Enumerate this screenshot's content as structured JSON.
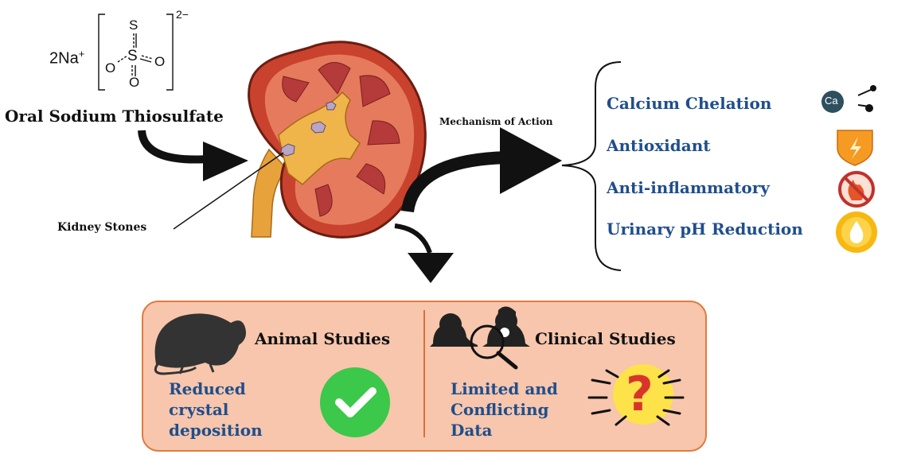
{
  "formula": {
    "counter_ion": "2Na",
    "counter_ion_charge": "+",
    "atom_s_top": "S",
    "atom_s_center": "S",
    "atom_o_left": "O",
    "atom_o_right": "O",
    "atom_o_bottom": "O",
    "charge": "2−"
  },
  "title": "Oral Sodium Thiosulfate",
  "kidney_label": "Kidney Stones",
  "mechanism": {
    "label": "Mechanism of Action",
    "items": [
      {
        "label": "Calcium Chelation",
        "icon": "calcium-chelation-icon",
        "icon_text": "Ca"
      },
      {
        "label": "Antioxidant",
        "icon": "shield-lightning-icon"
      },
      {
        "label": "Anti-inflammatory",
        "icon": "no-fire-icon"
      },
      {
        "label": "Urinary pH Reduction",
        "icon": "drop-icon"
      }
    ]
  },
  "studies": {
    "animal": {
      "title": "Animal Studies",
      "result": [
        "Reduced",
        "crystal",
        "deposition"
      ],
      "icon": "rat-icon",
      "badge": "check-icon"
    },
    "clinical": {
      "title": "Clinical Studies",
      "result": [
        "Limited and",
        "Conflicting",
        "Data"
      ],
      "icon": "doctors-magnifier-icon",
      "badge": "question-icon",
      "badge_text": "?"
    }
  },
  "colors": {
    "title_text": "#111111",
    "mechanism_text": "#1f4e8c",
    "box_fill": "#f7c6ac",
    "box_border": "#e07a3f",
    "check_green": "#3cc84a",
    "question_red": "#d9342b",
    "kidney_red": "#d8634f",
    "ureter_orange": "#e8a23c"
  }
}
